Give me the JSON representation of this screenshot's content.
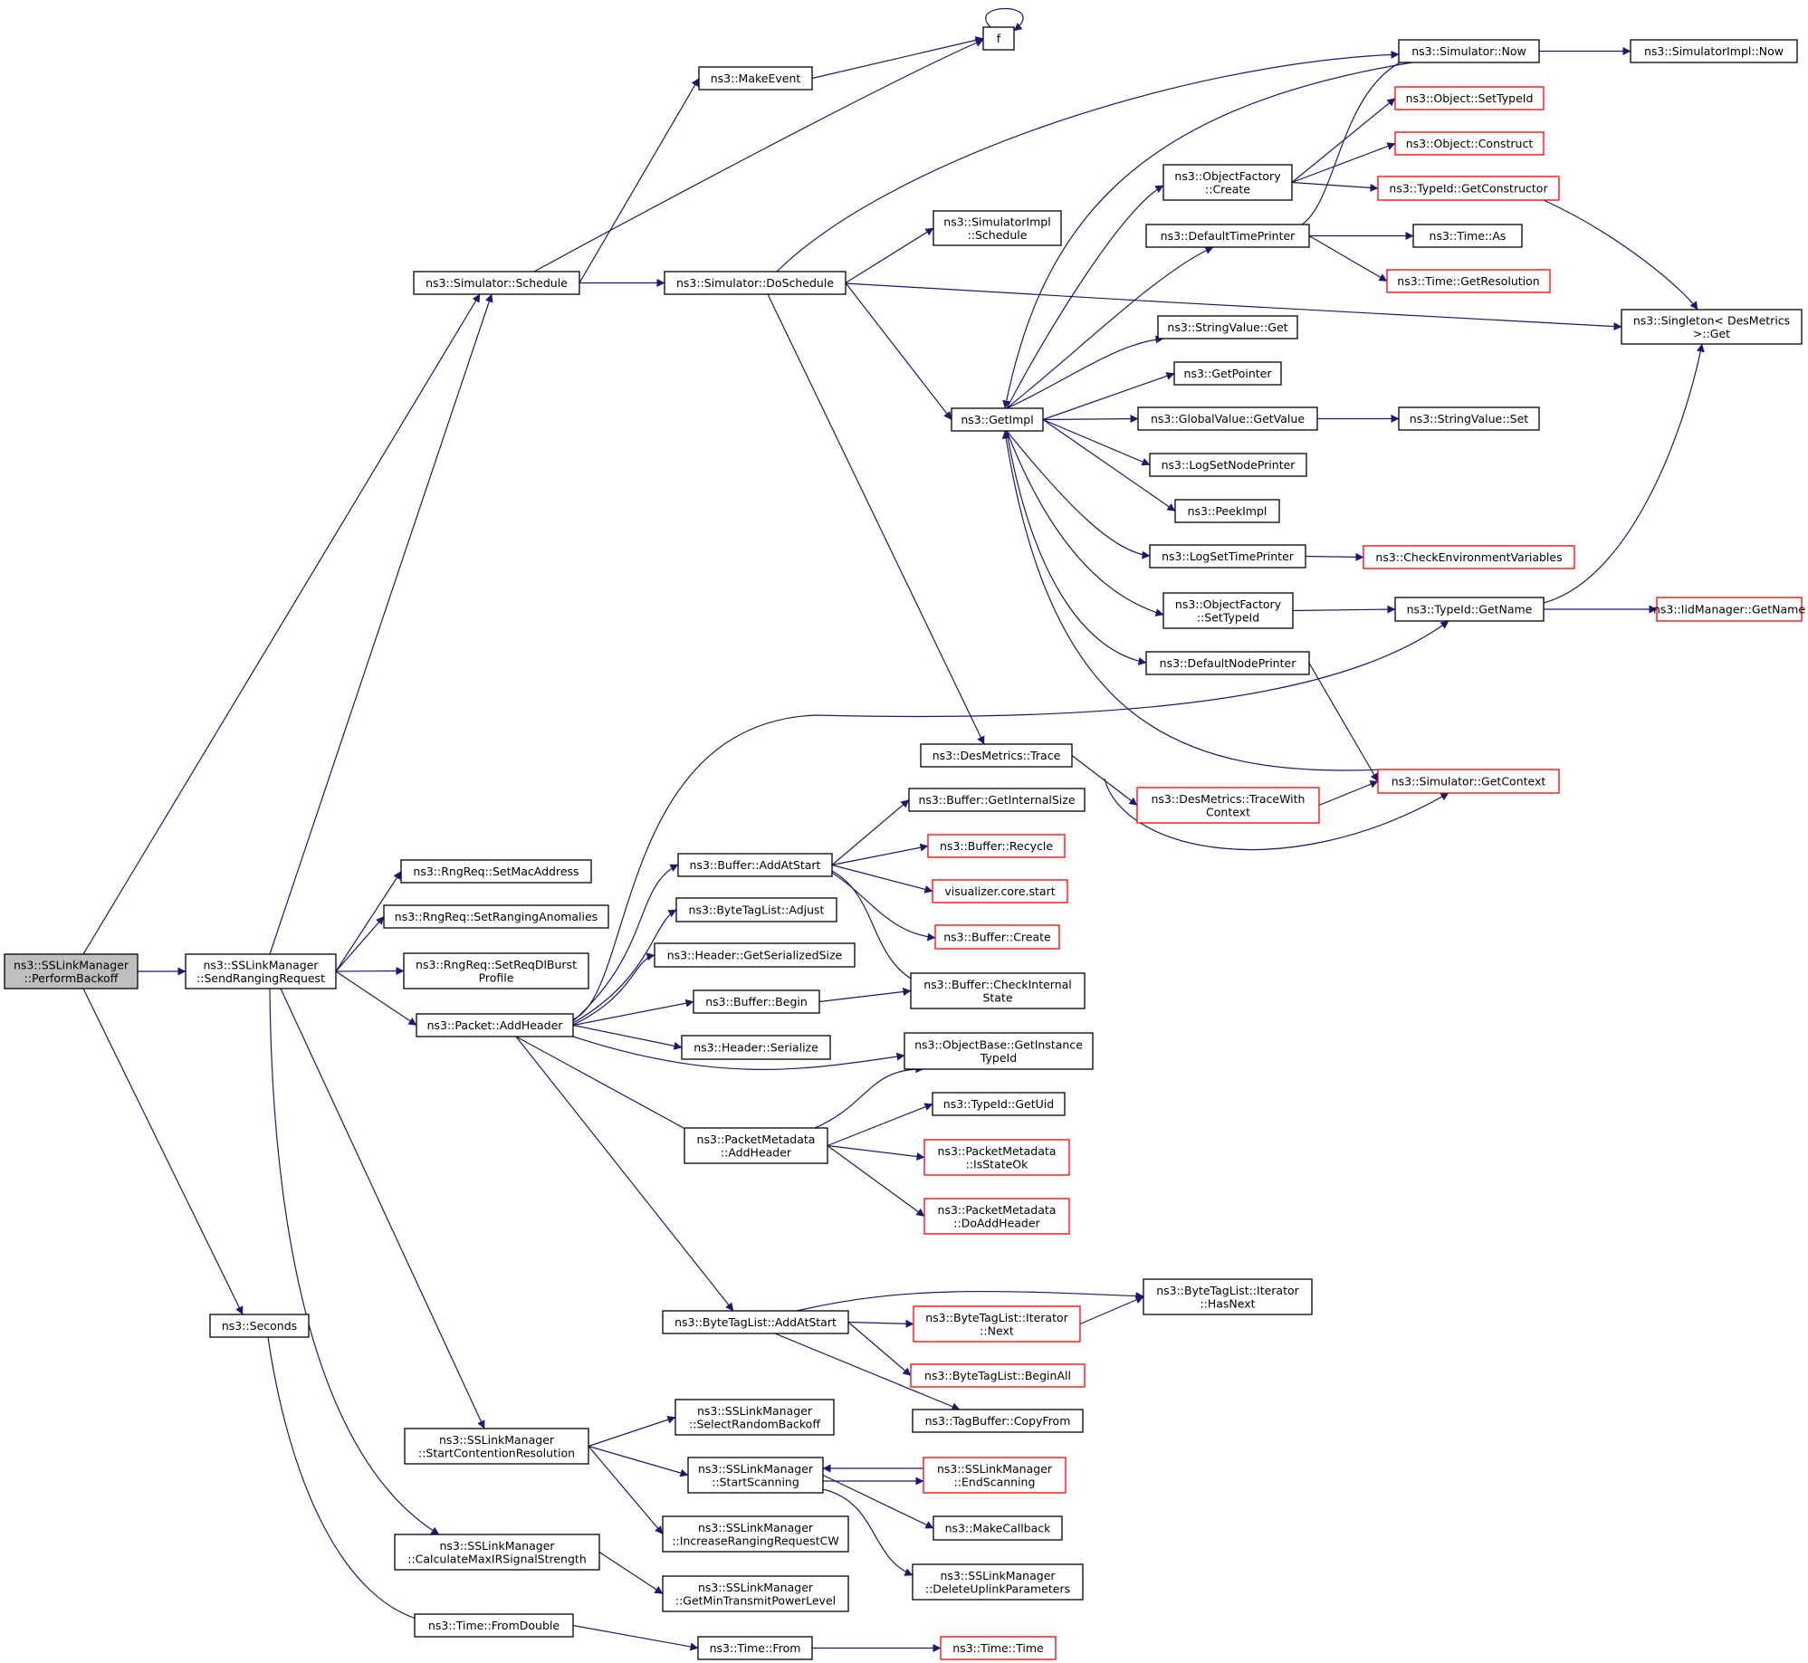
{
  "colors": {
    "edge": "#191970",
    "box": "#000000",
    "red_box": "#ff0000",
    "root_fill": "#bfbfbf",
    "fill": "#ffffff"
  },
  "nodes": {
    "perform_backoff": {
      "label": [
        "ns3::SSLinkManager",
        "::PerformBackoff"
      ],
      "style": "root"
    },
    "send_ranging_request": {
      "label": [
        "ns3::SSLinkManager",
        "::SendRangingRequest"
      ],
      "style": "normal"
    },
    "seconds": {
      "label": [
        "ns3::Seconds"
      ],
      "style": "normal"
    },
    "time_from_double": {
      "label": [
        "ns3::Time::FromDouble"
      ],
      "style": "normal"
    },
    "time_from": {
      "label": [
        "ns3::Time::From"
      ],
      "style": "normal"
    },
    "time_time": {
      "label": [
        "ns3::Time::Time"
      ],
      "style": "red"
    },
    "simulator_schedule": {
      "label": [
        "ns3::Simulator::Schedule"
      ],
      "style": "normal"
    },
    "make_event": {
      "label": [
        "ns3::MakeEvent"
      ],
      "style": "normal"
    },
    "f": {
      "label": [
        "f"
      ],
      "style": "normal"
    },
    "simulator_now": {
      "label": [
        "ns3::Simulator::Now"
      ],
      "style": "normal"
    },
    "simulatorimpl_now": {
      "label": [
        "ns3::SimulatorImpl::Now"
      ],
      "style": "normal"
    },
    "simulator_doschedule": {
      "label": [
        "ns3::Simulator::DoSchedule"
      ],
      "style": "normal"
    },
    "simulatorimpl_schedule": {
      "label": [
        "ns3::SimulatorImpl",
        "::Schedule"
      ],
      "style": "normal"
    },
    "getimpl": {
      "label": [
        "ns3::GetImpl"
      ],
      "style": "normal"
    },
    "singleton_get": {
      "label": [
        "ns3::Singleton< DesMetrics",
        ">::Get"
      ],
      "style": "normal"
    },
    "objectfactory_create": {
      "label": [
        "ns3::ObjectFactory",
        "::Create"
      ],
      "style": "normal"
    },
    "object_settypeid": {
      "label": [
        "ns3::Object::SetTypeId"
      ],
      "style": "red"
    },
    "object_construct": {
      "label": [
        "ns3::Object::Construct"
      ],
      "style": "red"
    },
    "typeid_getconstructor": {
      "label": [
        "ns3::TypeId::GetConstructor"
      ],
      "style": "red"
    },
    "defaulttimeprinter": {
      "label": [
        "ns3::DefaultTimePrinter"
      ],
      "style": "normal"
    },
    "time_as": {
      "label": [
        "ns3::Time::As"
      ],
      "style": "normal"
    },
    "time_getresolution": {
      "label": [
        "ns3::Time::GetResolution"
      ],
      "style": "red"
    },
    "stringvalue_get": {
      "label": [
        "ns3::StringValue::Get"
      ],
      "style": "normal"
    },
    "getpointer": {
      "label": [
        "ns3::GetPointer"
      ],
      "style": "normal"
    },
    "globalvalue_getvalue": {
      "label": [
        "ns3::GlobalValue::GetValue"
      ],
      "style": "normal"
    },
    "stringvalue_set": {
      "label": [
        "ns3::StringValue::Set"
      ],
      "style": "normal"
    },
    "logsetnodeprinter": {
      "label": [
        "ns3::LogSetNodePrinter"
      ],
      "style": "normal"
    },
    "peekimpl": {
      "label": [
        "ns3::PeekImpl"
      ],
      "style": "normal"
    },
    "logsettimeprinter": {
      "label": [
        "ns3::LogSetTimePrinter"
      ],
      "style": "normal"
    },
    "checkenvvars": {
      "label": [
        "ns3::CheckEnvironmentVariables"
      ],
      "style": "red"
    },
    "objectfactory_settypeid": {
      "label": [
        "ns3::ObjectFactory",
        "::SetTypeId"
      ],
      "style": "normal"
    },
    "typeid_getname": {
      "label": [
        "ns3::TypeId::GetName"
      ],
      "style": "normal"
    },
    "iidmanager_getname": {
      "label": [
        "ns3::IidManager::GetName"
      ],
      "style": "red"
    },
    "defaultnodeprinter": {
      "label": [
        "ns3::DefaultNodePrinter"
      ],
      "style": "normal"
    },
    "desmetrics_trace": {
      "label": [
        "ns3::DesMetrics::Trace"
      ],
      "style": "normal"
    },
    "desmetrics_tracewithcontext": {
      "label": [
        "ns3::DesMetrics::TraceWith",
        "Context"
      ],
      "style": "red"
    },
    "simulator_getcontext": {
      "label": [
        "ns3::Simulator::GetContext"
      ],
      "style": "red"
    },
    "rngreq_setmacaddress": {
      "label": [
        "ns3::RngReq::SetMacAddress"
      ],
      "style": "normal"
    },
    "rngreq_setranginganomalies": {
      "label": [
        "ns3::RngReq::SetRangingAnomalies"
      ],
      "style": "normal"
    },
    "rngreq_setreqdlburstprofile": {
      "label": [
        "ns3::RngReq::SetReqDlBurst",
        "Profile"
      ],
      "style": "normal"
    },
    "packet_addheader": {
      "label": [
        "ns3::Packet::AddHeader"
      ],
      "style": "normal"
    },
    "buffer_addatstart": {
      "label": [
        "ns3::Buffer::AddAtStart"
      ],
      "style": "normal"
    },
    "buffer_getinternalsize": {
      "label": [
        "ns3::Buffer::GetInternalSize"
      ],
      "style": "normal"
    },
    "buffer_recycle": {
      "label": [
        "ns3::Buffer::Recycle"
      ],
      "style": "red"
    },
    "visualizer_core_start": {
      "label": [
        "visualizer.core.start"
      ],
      "style": "red"
    },
    "buffer_create": {
      "label": [
        "ns3::Buffer::Create"
      ],
      "style": "red"
    },
    "buffer_checkinternalstate": {
      "label": [
        "ns3::Buffer::CheckInternal",
        "State"
      ],
      "style": "normal"
    },
    "bytetaglist_adjust": {
      "label": [
        "ns3::ByteTagList::Adjust"
      ],
      "style": "normal"
    },
    "header_getserializedsize": {
      "label": [
        "ns3::Header::GetSerializedSize"
      ],
      "style": "normal"
    },
    "buffer_begin": {
      "label": [
        "ns3::Buffer::Begin"
      ],
      "style": "normal"
    },
    "header_serialize": {
      "label": [
        "ns3::Header::Serialize"
      ],
      "style": "normal"
    },
    "objectbase_getinstancetypeid": {
      "label": [
        "ns3::ObjectBase::GetInstance",
        "TypeId"
      ],
      "style": "normal"
    },
    "packetmetadata_addheader": {
      "label": [
        "ns3::PacketMetadata",
        "::AddHeader"
      ],
      "style": "normal"
    },
    "typeid_getuid": {
      "label": [
        "ns3::TypeId::GetUid"
      ],
      "style": "normal"
    },
    "packetmetadata_isstateok": {
      "label": [
        "ns3::PacketMetadata",
        "::IsStateOk"
      ],
      "style": "red"
    },
    "packetmetadata_doaddheader": {
      "label": [
        "ns3::PacketMetadata",
        "::DoAddHeader"
      ],
      "style": "red"
    },
    "bytetaglist_addatstart": {
      "label": [
        "ns3::ByteTagList::AddAtStart"
      ],
      "style": "normal"
    },
    "bytetaglist_iterator_hasnext": {
      "label": [
        "ns3::ByteTagList::Iterator",
        "::HasNext"
      ],
      "style": "normal"
    },
    "bytetaglist_iterator_next": {
      "label": [
        "ns3::ByteTagList::Iterator",
        "::Next"
      ],
      "style": "red"
    },
    "bytetaglist_beginall": {
      "label": [
        "ns3::ByteTagList::BeginAll"
      ],
      "style": "red"
    },
    "tagbuffer_copyfrom": {
      "label": [
        "ns3::TagBuffer::CopyFrom"
      ],
      "style": "normal"
    },
    "startcontentionresolution": {
      "label": [
        "ns3::SSLinkManager",
        "::StartContentionResolution"
      ],
      "style": "normal"
    },
    "selectrandombackoff": {
      "label": [
        "ns3::SSLinkManager",
        "::SelectRandomBackoff"
      ],
      "style": "normal"
    },
    "startscanning": {
      "label": [
        "ns3::SSLinkManager",
        "::StartScanning"
      ],
      "style": "normal"
    },
    "endscanning": {
      "label": [
        "ns3::SSLinkManager",
        "::EndScanning"
      ],
      "style": "red"
    },
    "increaserangingrequestcw": {
      "label": [
        "ns3::SSLinkManager",
        "::IncreaseRangingRequestCW"
      ],
      "style": "normal"
    },
    "makecallback": {
      "label": [
        "ns3::MakeCallback"
      ],
      "style": "normal"
    },
    "deleteuplinkparameters": {
      "label": [
        "ns3::SSLinkManager",
        "::DeleteUplinkParameters"
      ],
      "style": "normal"
    },
    "calculatemaxirsignalstrength": {
      "label": [
        "ns3::SSLinkManager",
        "::CalculateMaxIRSignalStrength"
      ],
      "style": "normal"
    },
    "getmintransmitpowerlevel": {
      "label": [
        "ns3::SSLinkManager",
        "::GetMinTransmitPowerLevel"
      ],
      "style": "normal"
    }
  },
  "edges": [
    [
      "perform_backoff",
      "send_ranging_request"
    ],
    [
      "perform_backoff",
      "simulator_schedule"
    ],
    [
      "perform_backoff",
      "seconds"
    ],
    [
      "send_ranging_request",
      "simulator_schedule"
    ],
    [
      "send_ranging_request",
      "rngreq_setmacaddress"
    ],
    [
      "send_ranging_request",
      "rngreq_setranginganomalies"
    ],
    [
      "send_ranging_request",
      "rngreq_setreqdlburstprofile"
    ],
    [
      "send_ranging_request",
      "packet_addheader"
    ],
    [
      "send_ranging_request",
      "startcontentionresolution"
    ],
    [
      "send_ranging_request",
      "calculatemaxirsignalstrength"
    ],
    [
      "seconds",
      "time_from_double"
    ],
    [
      "time_from_double",
      "time_from"
    ],
    [
      "time_from",
      "time_time"
    ],
    [
      "simulator_schedule",
      "make_event"
    ],
    [
      "simulator_schedule",
      "f"
    ],
    [
      "simulator_schedule",
      "simulator_doschedule"
    ],
    [
      "make_event",
      "f"
    ],
    [
      "f",
      "f"
    ],
    [
      "simulator_doschedule",
      "simulator_now"
    ],
    [
      "simulator_doschedule",
      "simulatorimpl_schedule"
    ],
    [
      "simulator_doschedule",
      "getimpl"
    ],
    [
      "simulator_doschedule",
      "singleton_get"
    ],
    [
      "simulator_doschedule",
      "desmetrics_trace"
    ],
    [
      "simulator_now",
      "simulatorimpl_now"
    ],
    [
      "simulator_now",
      "getimpl"
    ],
    [
      "getimpl",
      "objectfactory_create"
    ],
    [
      "getimpl",
      "defaulttimeprinter"
    ],
    [
      "getimpl",
      "stringvalue_get"
    ],
    [
      "getimpl",
      "getpointer"
    ],
    [
      "getimpl",
      "globalvalue_getvalue"
    ],
    [
      "getimpl",
      "logsetnodeprinter"
    ],
    [
      "getimpl",
      "peekimpl"
    ],
    [
      "getimpl",
      "logsettimeprinter"
    ],
    [
      "getimpl",
      "objectfactory_settypeid"
    ],
    [
      "getimpl",
      "defaultnodeprinter"
    ],
    [
      "objectfactory_create",
      "object_settypeid"
    ],
    [
      "objectfactory_create",
      "object_construct"
    ],
    [
      "objectfactory_create",
      "typeid_getconstructor"
    ],
    [
      "typeid_getconstructor",
      "singleton_get"
    ],
    [
      "defaulttimeprinter",
      "simulator_now"
    ],
    [
      "defaulttimeprinter",
      "time_as"
    ],
    [
      "defaulttimeprinter",
      "time_getresolution"
    ],
    [
      "globalvalue_getvalue",
      "stringvalue_set"
    ],
    [
      "logsettimeprinter",
      "checkenvvars"
    ],
    [
      "objectfactory_settypeid",
      "typeid_getname"
    ],
    [
      "typeid_getname",
      "iidmanager_getname"
    ],
    [
      "typeid_getname",
      "singleton_get"
    ],
    [
      "defaultnodeprinter",
      "simulator_getcontext"
    ],
    [
      "simulator_getcontext",
      "getimpl"
    ],
    [
      "desmetrics_trace",
      "desmetrics_tracewithcontext"
    ],
    [
      "desmetrics_trace",
      "simulator_getcontext"
    ],
    [
      "desmetrics_tracewithcontext",
      "simulator_getcontext"
    ],
    [
      "packet_addheader",
      "typeid_getname"
    ],
    [
      "packet_addheader",
      "buffer_addatstart"
    ],
    [
      "packet_addheader",
      "bytetaglist_adjust"
    ],
    [
      "packet_addheader",
      "header_getserializedsize"
    ],
    [
      "packet_addheader",
      "buffer_begin"
    ],
    [
      "packet_addheader",
      "header_serialize"
    ],
    [
      "packet_addheader",
      "objectbase_getinstancetypeid"
    ],
    [
      "packet_addheader",
      "packetmetadata_addheader"
    ],
    [
      "packet_addheader",
      "bytetaglist_addatstart"
    ],
    [
      "buffer_addatstart",
      "buffer_getinternalsize"
    ],
    [
      "buffer_addatstart",
      "buffer_recycle"
    ],
    [
      "buffer_addatstart",
      "visualizer_core_start"
    ],
    [
      "buffer_addatstart",
      "buffer_create"
    ],
    [
      "buffer_addatstart",
      "buffer_checkinternalstate"
    ],
    [
      "buffer_begin",
      "buffer_checkinternalstate"
    ],
    [
      "packetmetadata_addheader",
      "objectbase_getinstancetypeid"
    ],
    [
      "packetmetadata_addheader",
      "typeid_getuid"
    ],
    [
      "packetmetadata_addheader",
      "packetmetadata_isstateok"
    ],
    [
      "packetmetadata_addheader",
      "packetmetadata_doaddheader"
    ],
    [
      "bytetaglist_addatstart",
      "bytetaglist_iterator_hasnext"
    ],
    [
      "bytetaglist_addatstart",
      "bytetaglist_iterator_next"
    ],
    [
      "bytetaglist_addatstart",
      "bytetaglist_beginall"
    ],
    [
      "bytetaglist_addatstart",
      "tagbuffer_copyfrom"
    ],
    [
      "bytetaglist_iterator_next",
      "bytetaglist_iterator_hasnext"
    ],
    [
      "startcontentionresolution",
      "selectrandombackoff"
    ],
    [
      "startcontentionresolution",
      "startscanning"
    ],
    [
      "startcontentionresolution",
      "increaserangingrequestcw"
    ],
    [
      "startscanning",
      "endscanning"
    ],
    [
      "startscanning",
      "makecallback"
    ],
    [
      "startscanning",
      "deleteuplinkparameters"
    ],
    [
      "endscanning",
      "startscanning"
    ],
    [
      "calculatemaxirsignalstrength",
      "getmintransmitpowerlevel"
    ]
  ]
}
